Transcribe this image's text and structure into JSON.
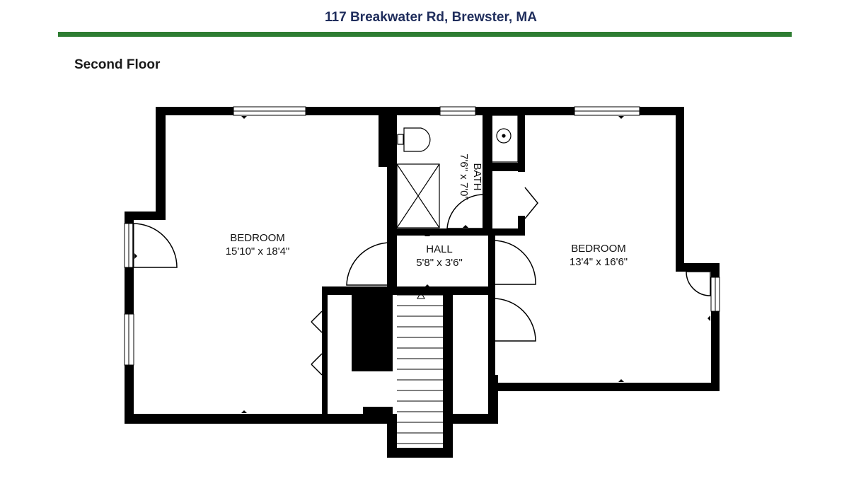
{
  "header": {
    "address": "117 Breakwater Rd, Brewster, MA",
    "rule_color": "#2e7d32"
  },
  "floor": {
    "label": "Second Floor"
  },
  "rooms": [
    {
      "name": "BEDROOM",
      "dimensions": "15'10\" x 18'4\""
    },
    {
      "name": "BATH",
      "dimensions": "7'6\" x 7'0\""
    },
    {
      "name": "HALL",
      "dimensions": "5'8\" x 3'6\""
    },
    {
      "name": "BEDROOM",
      "dimensions": "13'4\" x 16'6\""
    }
  ],
  "colors": {
    "wall": "#000000",
    "text": "#1f2d5c"
  }
}
